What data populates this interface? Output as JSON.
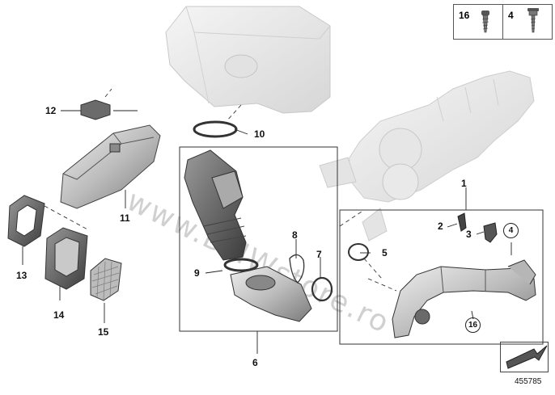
{
  "legend": {
    "items": [
      {
        "number": "16",
        "icon": "screw-icon"
      },
      {
        "number": "4",
        "icon": "flange-screw-icon"
      }
    ]
  },
  "parts": [
    {
      "number": "1"
    },
    {
      "number": "2"
    },
    {
      "number": "3"
    },
    {
      "number": "4"
    },
    {
      "number": "5"
    },
    {
      "number": "6"
    },
    {
      "number": "7"
    },
    {
      "number": "8"
    },
    {
      "number": "9"
    },
    {
      "number": "10"
    },
    {
      "number": "11"
    },
    {
      "number": "12"
    },
    {
      "number": "13"
    },
    {
      "number": "14"
    },
    {
      "number": "15"
    },
    {
      "number": "16"
    }
  ],
  "watermark": "www.BMWstore.ro",
  "diagram_id": "455785",
  "colors": {
    "part_fill": "#d9d9d9",
    "part_dark": "#6f6f6f",
    "ghost_fill": "#ececec",
    "line": "#222222"
  }
}
